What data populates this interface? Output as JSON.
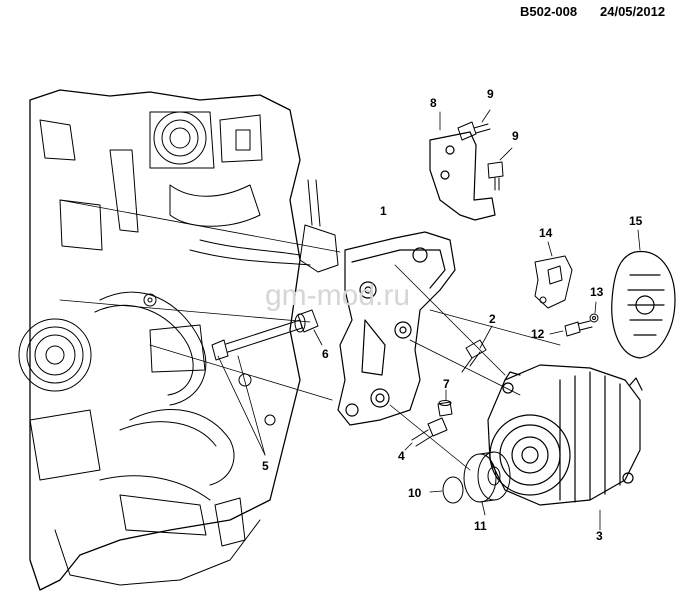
{
  "header": {
    "code": "B502-008",
    "date": "24/05/2012"
  },
  "watermark": "gm-mod.ru",
  "callouts": [
    {
      "id": "c1",
      "text": "1"
    },
    {
      "id": "c2",
      "text": "2"
    },
    {
      "id": "c3",
      "text": "3"
    },
    {
      "id": "c4",
      "text": "4"
    },
    {
      "id": "c5",
      "text": "5"
    },
    {
      "id": "c6",
      "text": "6"
    },
    {
      "id": "c7",
      "text": "7"
    },
    {
      "id": "c8",
      "text": "8"
    },
    {
      "id": "c9a",
      "text": "9"
    },
    {
      "id": "c9b",
      "text": "9"
    },
    {
      "id": "c10",
      "text": "10"
    },
    {
      "id": "c11",
      "text": "11"
    },
    {
      "id": "c12",
      "text": "12"
    },
    {
      "id": "c13",
      "text": "13"
    },
    {
      "id": "c14",
      "text": "14"
    },
    {
      "id": "c15",
      "text": "15"
    }
  ],
  "colors": {
    "line": "#000000",
    "background": "#ffffff",
    "watermark": "#d6d6d6"
  }
}
